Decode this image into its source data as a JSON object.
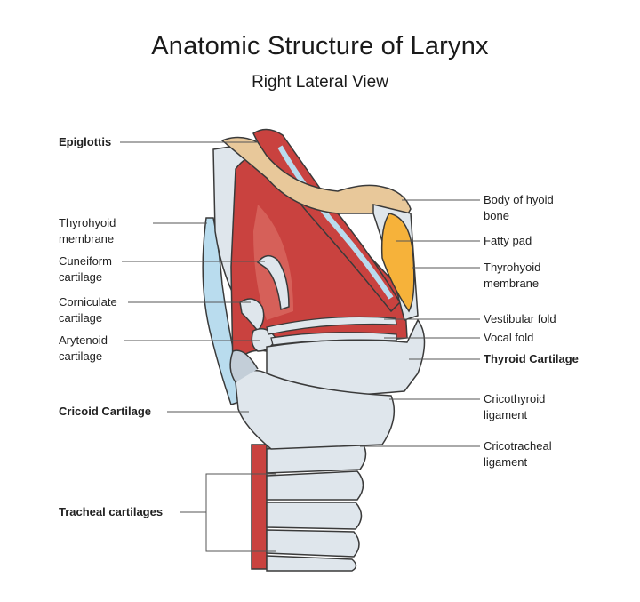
{
  "title": "Anatomic Structure of Larynx",
  "subtitle": "Right Lateral View",
  "labels": {
    "epiglottis": "Epiglottis",
    "thyrohyoid_left_1": "Thyrohyoid",
    "thyrohyoid_left_2": "membrane",
    "cuneiform_1": "Cuneiform",
    "cuneiform_2": "cartilage",
    "corniculate_1": "Corniculate",
    "corniculate_2": "cartilage",
    "arytenoid_1": "Arytenoid",
    "arytenoid_2": "cartilage",
    "cricoid": "Cricoid Cartilage",
    "tracheal": "Tracheal cartilages",
    "hyoid_1": "Body of hyoid",
    "hyoid_2": "bone",
    "fatty_pad": "Fatty pad",
    "thyrohyoid_right_1": "Thyrohyoid",
    "thyrohyoid_right_2": "membrane",
    "vestibular_fold": "Vestibular fold",
    "vocal_fold": "Vocal fold",
    "thyroid_cartilage": "Thyroid Cartilage",
    "cricothyroid_1": "Cricothyroid",
    "cricothyroid_2": "ligament",
    "cricotracheal_1": "Cricotracheal",
    "cricotracheal_2": "ligament"
  },
  "colors": {
    "cartilage": "#dfe6ec",
    "cartilage_shade": "#c3ced8",
    "mucosa": "#c9423f",
    "mucosa_light": "#e07a70",
    "membrane_blue": "#b9dcee",
    "bone": "#e8c89a",
    "fat": "#f6b23a",
    "outline": "#3a3a3a"
  }
}
